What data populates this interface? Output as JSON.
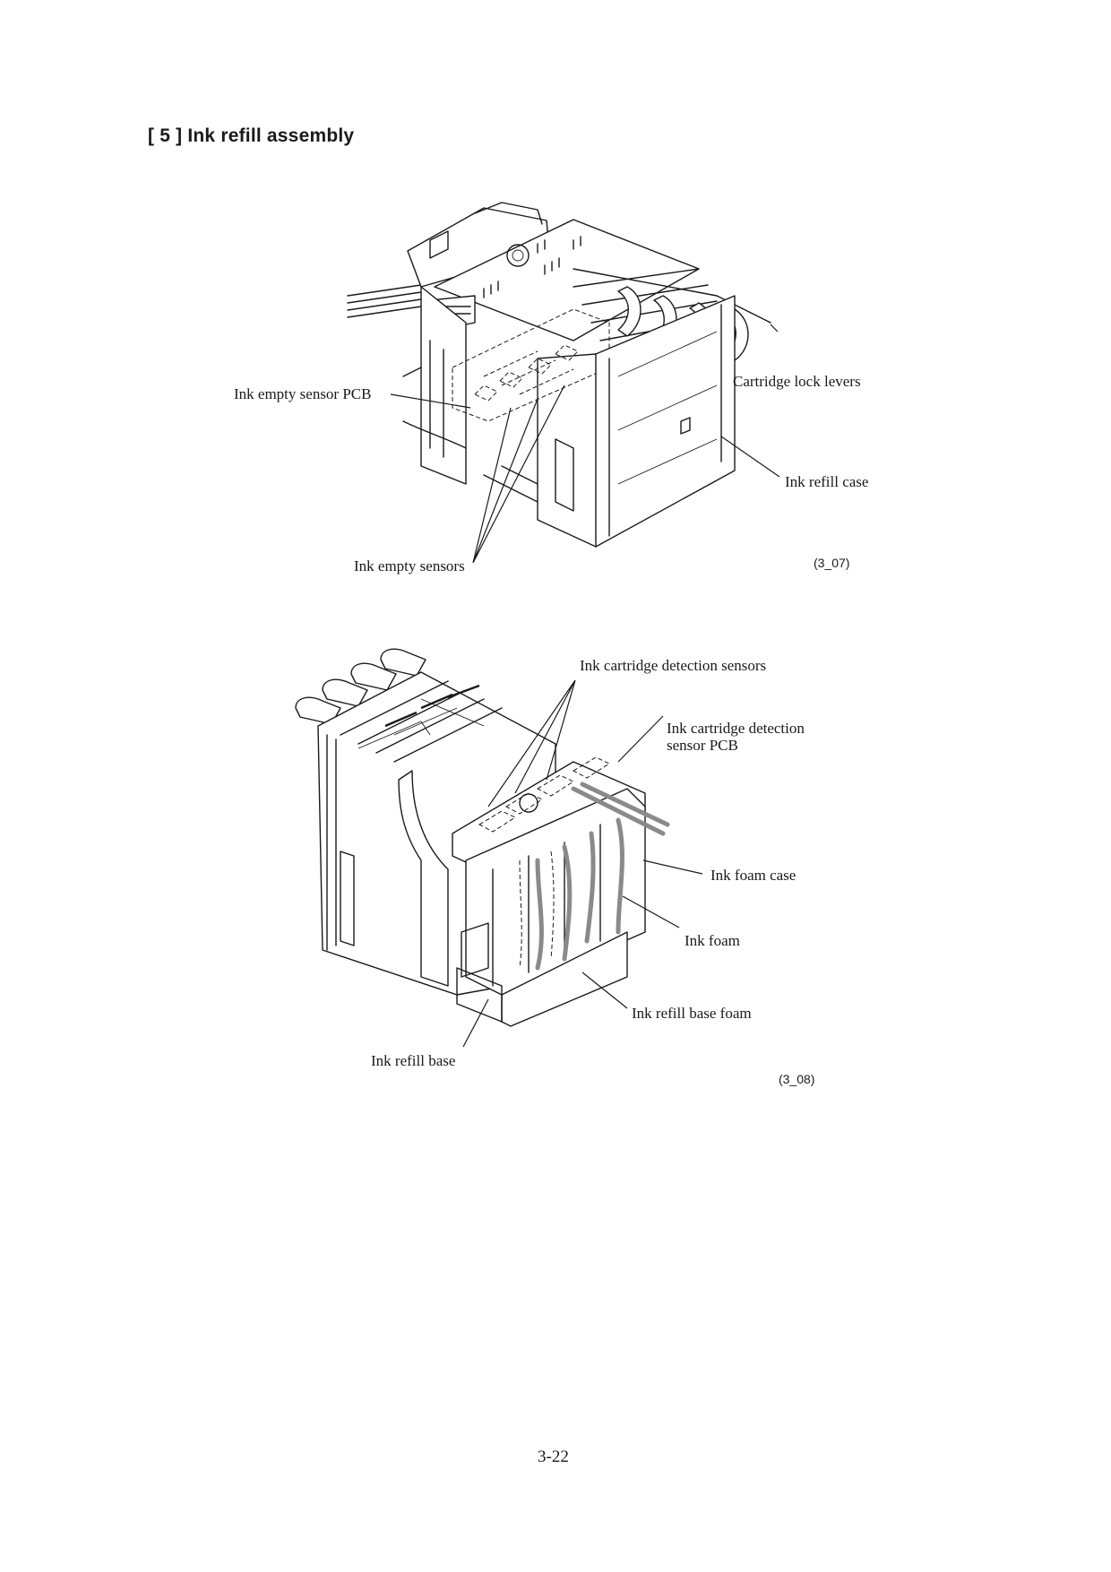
{
  "section": {
    "heading": "[ 5 ]  Ink refill assembly"
  },
  "figure_1": {
    "id": "(3_07)",
    "labels": {
      "ink_empty_sensor_pcb": "Ink empty sensor PCB",
      "cartridge_lock_levers": "Cartridge lock levers",
      "ink_refill_case": "Ink refill case",
      "ink_empty_sensors": "Ink empty sensors"
    }
  },
  "figure_2": {
    "id": "(3_08)",
    "labels": {
      "ink_cartridge_detection_sensors": "Ink cartridge detection sensors",
      "ink_cartridge_detection_sensor_pcb_line1": "Ink cartridge detection",
      "ink_cartridge_detection_sensor_pcb_line2": "sensor PCB",
      "ink_foam_case": "Ink foam case",
      "ink_foam": "Ink foam",
      "ink_refill_base_foam": "Ink refill base foam",
      "ink_refill_base": "Ink refill base"
    }
  },
  "footer": {
    "page_number": "3-22"
  }
}
